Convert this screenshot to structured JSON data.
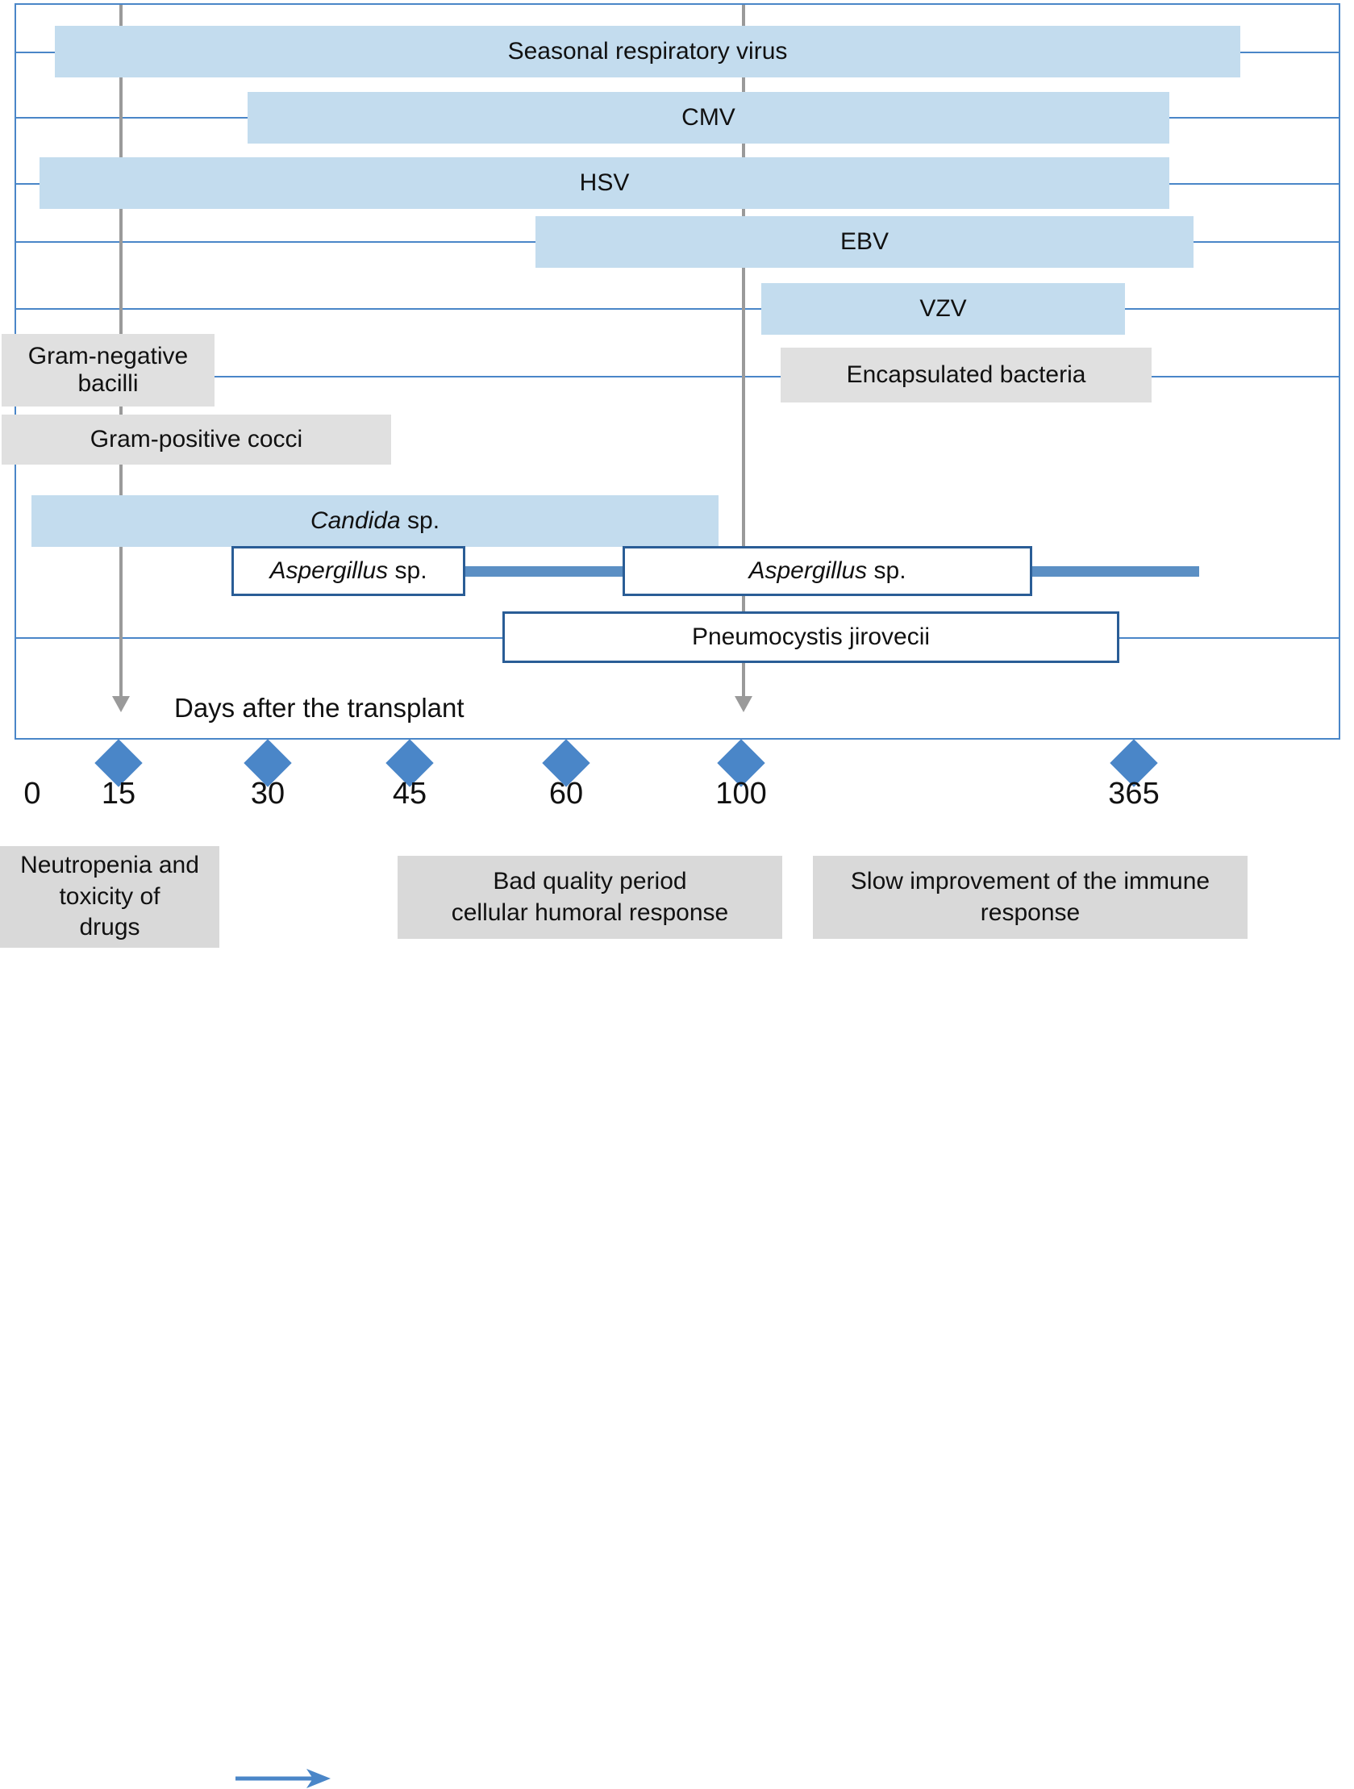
{
  "chart_data": {
    "type": "timeline",
    "title": "",
    "xlabel": "Days after the transplant",
    "axis_label": "Days after the transplant",
    "x_ticks": [
      {
        "label": "0",
        "value": 0,
        "marker": false
      },
      {
        "label": "15",
        "value": 15,
        "marker": true
      },
      {
        "label": "30",
        "value": 30,
        "marker": true
      },
      {
        "label": "45",
        "value": 45,
        "marker": true
      },
      {
        "label": "60",
        "value": 60,
        "marker": true
      },
      {
        "label": "100",
        "value": 100,
        "marker": true
      },
      {
        "label": "365",
        "value": 365,
        "marker": true
      }
    ],
    "marker_shape": "diamond",
    "marker_color": "#4a86c8",
    "phase_arrows": [
      {
        "at_day": 15,
        "name": "neutropenia-phase-arrow"
      },
      {
        "at_day": 100,
        "name": "bad-quality-phase-arrow"
      }
    ],
    "colors": {
      "virus_bar": "#c3dcee",
      "bacteria_bar": "#e0e0e0",
      "fungal_box_border": "#2a5d96",
      "connector": "#5b8fc4",
      "gridline": "#4a86c8",
      "axis_arrow": "#9a9a9a",
      "legend_box": "#d9d9d9"
    },
    "rows": [
      {
        "id": "seasonal-respiratory-virus",
        "label": "Seasonal respiratory virus",
        "style": "virus",
        "start_day": 0,
        "end_day": 400,
        "italic": false
      },
      {
        "id": "cmv",
        "label": "CMV",
        "style": "virus",
        "start_day": 18,
        "end_day": 330,
        "italic": false
      },
      {
        "id": "hsv",
        "label": "HSV",
        "style": "virus",
        "start_day": 0,
        "end_day": 330,
        "italic": false
      },
      {
        "id": "ebv",
        "label": "EBV",
        "style": "virus",
        "start_day": 48,
        "end_day": 355,
        "italic": false
      },
      {
        "id": "vzv",
        "label": "VZV",
        "style": "virus",
        "start_day": 105,
        "end_day": 365,
        "italic": false
      },
      {
        "id": "gram-negative-bacilli",
        "label": "Gram-negative bacilli",
        "style": "bacteria",
        "start_day": 0,
        "end_day": 14,
        "italic": false
      },
      {
        "id": "encapsulated-bacteria",
        "label": "Encapsulated bacteria",
        "style": "bacteria",
        "start_day": 108,
        "end_day": 365,
        "italic": false
      },
      {
        "id": "gram-positive-cocci",
        "label": "Gram-positive cocci",
        "style": "bacteria",
        "start_day": 0,
        "end_day": 43,
        "italic": false
      },
      {
        "id": "candida-sp",
        "label": "Candida sp.",
        "style": "virus",
        "start_day": 0,
        "end_day": 95,
        "italic": true,
        "italic_part": "Candida",
        "plain_part": " sp."
      },
      {
        "id": "aspergillus-sp-early",
        "label": "Aspergillus sp.",
        "style": "fungal",
        "start_day": 29,
        "end_day": 48,
        "italic": true,
        "italic_part": "Aspergillus",
        "plain_part": " sp."
      },
      {
        "id": "aspergillus-sp-late",
        "label": "Aspergillus sp.",
        "style": "fungal",
        "start_day": 66,
        "end_day": 150,
        "italic": true,
        "italic_part": "Aspergillus",
        "plain_part": " sp."
      },
      {
        "id": "pneumocystis-jirovecii",
        "label": "Pneumocystis jirovecii",
        "style": "fungal",
        "start_day": 52,
        "end_day": 170,
        "italic": true,
        "italic_part": "Pneumocystis jirovecii",
        "plain_part": ""
      }
    ],
    "legend": [
      {
        "id": "neutropenia-and-toxicity-of-drugs",
        "label": "Neutropenia and toxicity of drugs",
        "line1": "Neutropenia and",
        "line2": "toxicity of",
        "line3": "drugs"
      },
      {
        "id": "bad-quality-period",
        "label": "Bad quality period cellular humoral response",
        "line1": "Bad quality period",
        "line2": "cellular humoral response",
        "line3": ""
      },
      {
        "id": "slow-improvement",
        "label": "Slow improvement of the immune response",
        "line1": "Slow improvement of the immune",
        "line2": "response",
        "line3": ""
      }
    ]
  },
  "labels": {
    "seasonal_respiratory_virus": "Seasonal respiratory virus",
    "cmv": "CMV",
    "hsv": "HSV",
    "ebv": "EBV",
    "vzv": "VZV",
    "gram_negative_bacilli": "Gram-negative bacilli",
    "encapsulated_bacteria": "Encapsulated bacteria",
    "gram_positive_cocci": "Gram-positive cocci",
    "candida_italic": "Candida",
    "candida_plain": " sp.",
    "aspergillus_italic": "Aspergillus",
    "aspergillus_plain": " sp.",
    "pneumocystis": "Pneumocystis jirovecii",
    "axis_caption": "Days after the transplant"
  },
  "ticks": {
    "t0": "0",
    "t15": "15",
    "t30": "30",
    "t45": "45",
    "t60": "60",
    "t100": "100",
    "t365": "365"
  },
  "legend_text": {
    "neutropenia_l1": "Neutropenia and",
    "neutropenia_l2": "toxicity of",
    "neutropenia_l3": "drugs",
    "badquality_l1": "Bad quality period",
    "badquality_l2": "cellular humoral response",
    "slow_l1": "Slow improvement of the immune",
    "slow_l2": "response"
  }
}
